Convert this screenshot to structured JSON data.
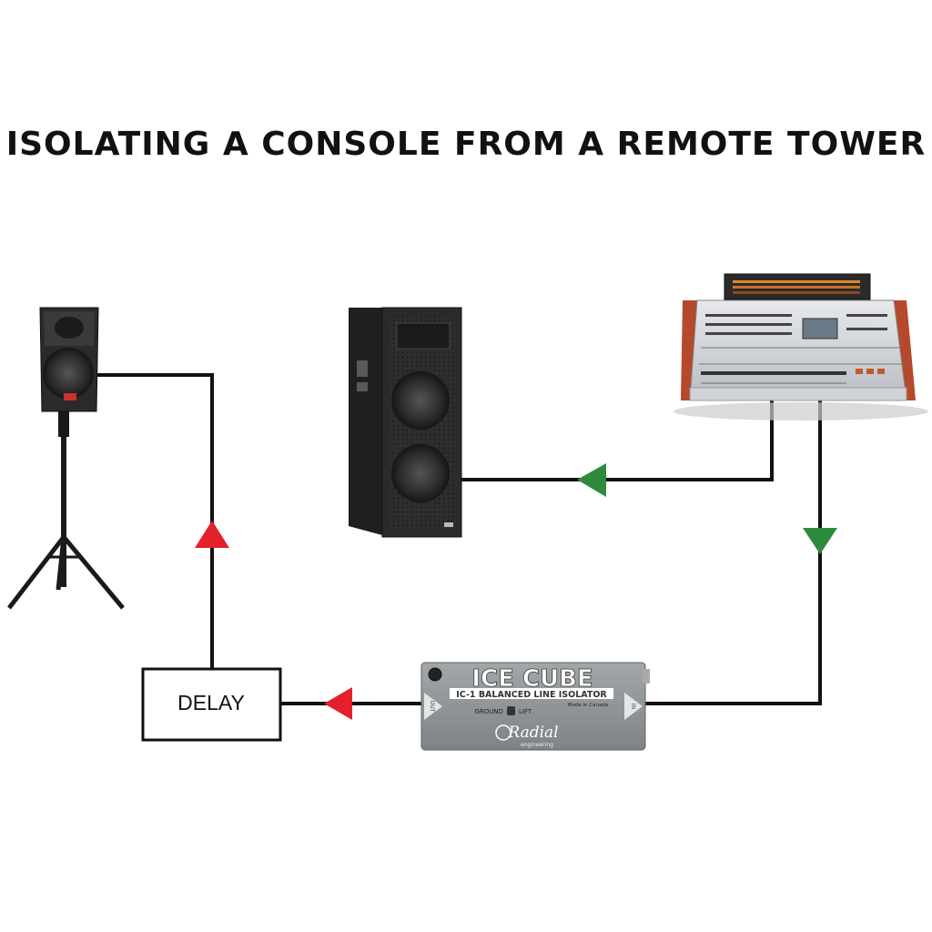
{
  "diagram": {
    "title": "ISOLATING A CONSOLE FROM A REMOTE TOWER",
    "delay_label": "DELAY",
    "icecube": {
      "brand": "ICE CUBE",
      "model": "IC-1 BALANCED LINE ISOLATOR",
      "made_in": "Made in Canada",
      "switch_left": "GROUND",
      "switch_right": "LIFT",
      "out_label": "OUT",
      "in_label": "IN",
      "maker": "Radial",
      "maker_sub": "engineering"
    },
    "colors": {
      "line": "#111111",
      "arrow_green": "#2e8b3e",
      "arrow_red": "#e3202b",
      "box_gray": "#8e9396",
      "speaker": "#2a2a2a",
      "console_wood": "#b5492b"
    },
    "icons": [
      "small-speaker-on-stand-icon",
      "dual-woofer-tower-speaker-icon",
      "mixing-console-icon",
      "ice-cube-isolator-icon"
    ]
  }
}
